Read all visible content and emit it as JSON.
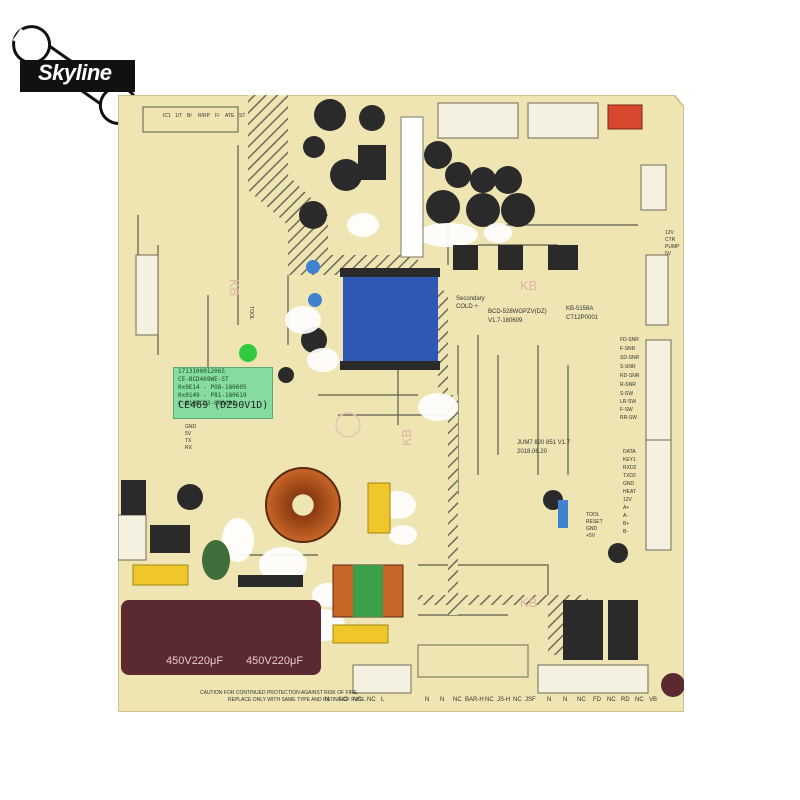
{
  "logo": {
    "text": "Skyline"
  },
  "board": {
    "code_label": "CE469 (DZ90V1D)",
    "sticker_lines": [
      "1713100012065",
      "CE-BCD469WE-ST",
      "0x0E14 - PO8-180605",
      "0x0149 - P81-180619",
      "C-010EC23-000003"
    ],
    "transformer_label": "BCD-528WGPZV(DZ)",
    "transformer_sub": "V1.7-180609",
    "board_id": "KB-5158A",
    "board_rev": "CT12P0001",
    "serial": "JUM7 820 851 V1.7",
    "date": "2018.06.20",
    "secondary_label": "Secondary",
    "cold_label": "COLD +",
    "capacitor_text": "450V220μF",
    "caution_line1": "CAUTION    FOR CONTINUED PROTECTION AGAINST RISK OF FIRE,",
    "caution_line2": "REPLACE ONLY WITH SAME TYPE AND  RATING OF FUSE.",
    "kb_marks": [
      "KB",
      "KB",
      "KB",
      "KB"
    ],
    "bottom_pins": [
      "N",
      "NC",
      "NC",
      "NC",
      "L",
      "N",
      "N",
      "NC",
      "BAR-H",
      "NC",
      "JS-H",
      "NC",
      "JSF",
      "N",
      "N",
      "NC",
      "FD",
      "NC",
      "RD",
      "NC",
      "VB"
    ],
    "right_pins": [
      "FD-SNR",
      "F-SNR",
      "SD-SNR",
      "S-SNR",
      "RD-SNR",
      "R-SNR",
      "S-SW",
      "LR-SW",
      "F-SW",
      "RR-SW",
      "DATA",
      "KEY1",
      "RXD2",
      "TXD2",
      "GND",
      "HEAT",
      "12V",
      "A+",
      "A-",
      "B+",
      "B-"
    ],
    "top_pins": [
      "IC1",
      "1/T",
      "B/",
      "R/RP",
      "F/",
      "ATE",
      "ST"
    ],
    "left_pins": [
      "GND",
      "5V",
      "TX",
      "RX"
    ],
    "misc_labels": [
      "TOOL",
      "RESET",
      "GND",
      "+5V",
      "12V",
      "CTR",
      "PUMP",
      "5V",
      "TOOL"
    ]
  },
  "colors": {
    "pcb": "#eee5b2",
    "trace_hatch": "#7b7a66",
    "black_part": "#2a2a2a",
    "blue_transformer": "#2e58b3",
    "yellow_cap": "#f0c72a",
    "sticker_green": "#86dca0",
    "maroon_cap": "#5a2a30",
    "copper": "#b9551e",
    "led_green": "#33c940",
    "relay_red": "#d7482f"
  },
  "icons": [
    "wrench-icon"
  ]
}
